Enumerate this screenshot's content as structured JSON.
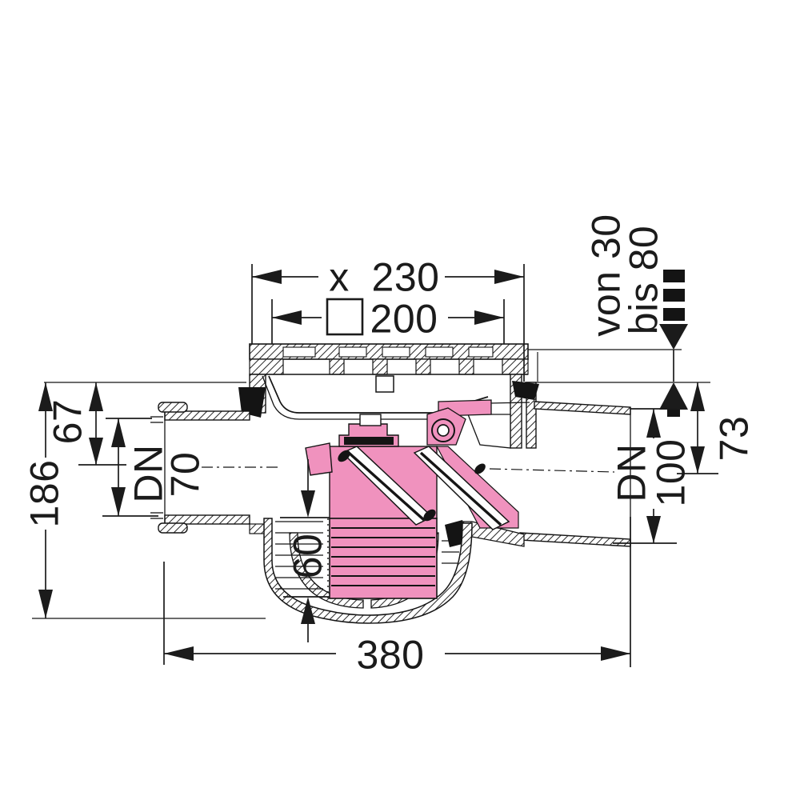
{
  "meta": {
    "description": "Technical sectional drawing of a floor drain with backwater valve and odor trap insert",
    "background_color": "#ffffff",
    "line_color": "#1b1b1b",
    "highlight_pink": "#f092be",
    "hatch_style": "diagonal section hatching"
  },
  "dimensions": {
    "top_width_prefix": "x",
    "top_width": "230",
    "square_width": "200",
    "square_symbol": "square outline before the 200 value",
    "adjust_from": "von 30",
    "adjust_to": "bis 80",
    "overall_height": "186",
    "inlet_top_offset": "67",
    "inlet_dn_line1": "DN",
    "inlet_dn_line2": "70",
    "outlet_top_offset": "73",
    "outlet_dn_line1": "DN",
    "outlet_dn_line2": "100",
    "trap_adjust_depth": "60",
    "overall_length": "380"
  }
}
